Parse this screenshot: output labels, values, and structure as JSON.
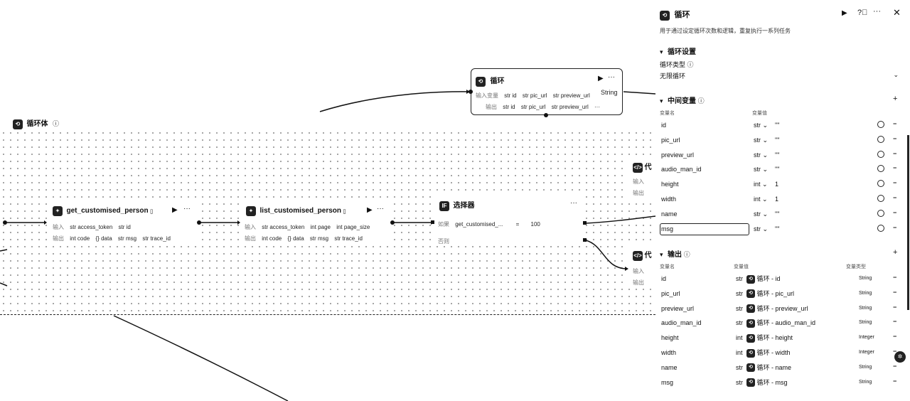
{
  "canvas": {
    "loop_body": {
      "title": "循环体",
      "info_icon": "info-icon"
    },
    "loop_node": {
      "title": "循环",
      "input_label": "输入变量",
      "inputs": [
        "str id",
        "str pic_url",
        "str preview_url"
      ],
      "output_label": "输出",
      "outputs": [
        "str id",
        "str pic_url",
        "str preview_url"
      ],
      "port_label": "String"
    },
    "node1": {
      "title": "get_customised_person",
      "input_label": "输入",
      "inputs": [
        "str access_token",
        "str id"
      ],
      "output_label": "输出",
      "outputs": [
        "int code",
        "{} data",
        "str msg",
        "str trace_id"
      ]
    },
    "node2": {
      "title": "list_customised_person",
      "input_label": "输入",
      "inputs": [
        "str access_token",
        "int page",
        "int page_size"
      ],
      "output_label": "输出",
      "outputs": [
        "int code",
        "{} data",
        "str msg",
        "str trace_id"
      ]
    },
    "selector": {
      "title": "选择器",
      "if_label": "如果",
      "condition_var": "get_customised_...",
      "op": "=",
      "value": "100",
      "else_label": "否则"
    },
    "code1": {
      "title": "代",
      "in": "输入",
      "out": "输出"
    },
    "code2": {
      "title": "代",
      "in": "输入",
      "out": "输出"
    }
  },
  "panel": {
    "title": "循环",
    "description": "用于通过设定循环次数和逻辑，重复执行一系列任务",
    "settings_title": "循环设置",
    "loop_type_label": "循环类型",
    "loop_type_value": "无限循环",
    "vars_title": "中间变量",
    "vars_col_name": "变量名",
    "vars_col_value": "变量值",
    "variables": [
      {
        "name": "id",
        "type": "str",
        "value": "\"\""
      },
      {
        "name": "pic_url",
        "type": "str",
        "value": "\"\""
      },
      {
        "name": "preview_url",
        "type": "str",
        "value": "\"\""
      },
      {
        "name": "audio_man_id",
        "type": "str",
        "value": "\"\""
      },
      {
        "name": "height",
        "type": "int",
        "value": "1"
      },
      {
        "name": "width",
        "type": "int",
        "value": "1"
      },
      {
        "name": "name",
        "type": "str",
        "value": "\"\""
      },
      {
        "name": "msg",
        "type": "str",
        "value": "\"\""
      }
    ],
    "output_title": "输出",
    "out_col_name": "变量名",
    "out_col_value": "变量值",
    "out_col_type": "变量类型",
    "outputs": [
      {
        "name": "id",
        "type": "str",
        "ref": "循环 - id",
        "otype": "String"
      },
      {
        "name": "pic_url",
        "type": "str",
        "ref": "循环 - pic_url",
        "otype": "String"
      },
      {
        "name": "preview_url",
        "type": "str",
        "ref": "循环 - preview_url",
        "otype": "String"
      },
      {
        "name": "audio_man_id",
        "type": "str",
        "ref": "循环 - audio_man_id",
        "otype": "String"
      },
      {
        "name": "height",
        "type": "int",
        "ref": "循环 - height",
        "otype": "Integer"
      },
      {
        "name": "width",
        "type": "int",
        "ref": "循环 - width",
        "otype": "Integer"
      },
      {
        "name": "name",
        "type": "str",
        "ref": "循环 - name",
        "otype": "String"
      },
      {
        "name": "msg",
        "type": "str",
        "ref": "循环 - msg",
        "otype": "String"
      }
    ]
  }
}
